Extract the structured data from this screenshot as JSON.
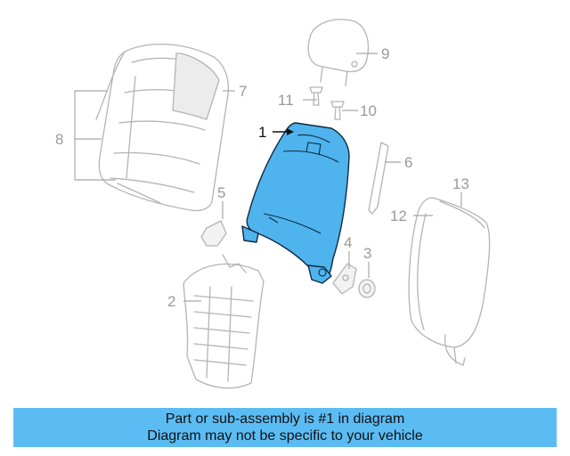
{
  "diagram": {
    "highlight_color": "#4fb3ee",
    "callouts": [
      {
        "id": "1",
        "label": "1"
      },
      {
        "id": "2",
        "label": "2"
      },
      {
        "id": "3",
        "label": "3"
      },
      {
        "id": "4",
        "label": "4"
      },
      {
        "id": "5",
        "label": "5"
      },
      {
        "id": "6",
        "label": "6"
      },
      {
        "id": "7",
        "label": "7"
      },
      {
        "id": "8",
        "label": "8"
      },
      {
        "id": "9",
        "label": "9"
      },
      {
        "id": "10",
        "label": "10"
      },
      {
        "id": "11",
        "label": "11"
      },
      {
        "id": "12",
        "label": "12"
      },
      {
        "id": "13",
        "label": "13"
      }
    ]
  },
  "caption": {
    "line1": "Part or sub-assembly is #1 in diagram",
    "line2": "Diagram may not be specific to your vehicle",
    "background": "#5bbcf4"
  }
}
